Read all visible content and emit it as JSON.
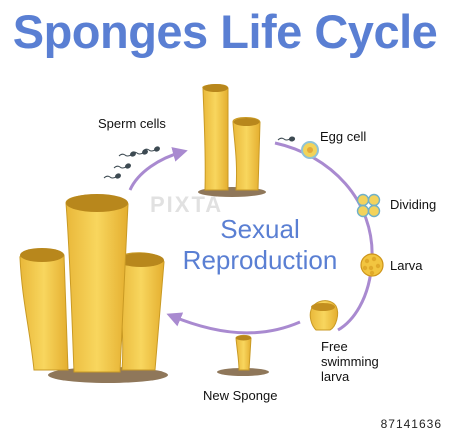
{
  "title": "Sponges Life Cycle",
  "center": {
    "line1": "Sexual",
    "line2": "Reproduction"
  },
  "stages": {
    "egg_cell": "Egg cell",
    "dividing": "Dividing",
    "larva": "Larva",
    "free_swimming_line1": "Free",
    "free_swimming_line2": "swimming",
    "free_swimming_line3": "larva",
    "new_sponge": "New Sponge",
    "sperm_cells": "Sperm cells"
  },
  "watermark": "PIXTA",
  "stock_id": "87141636",
  "colors": {
    "title": "#5a7fd3",
    "cycle_arrow": "#a98ad0",
    "sponge": "#f5cc4f",
    "sponge_shade": "#d9a92a",
    "ground": "#9a8164"
  }
}
